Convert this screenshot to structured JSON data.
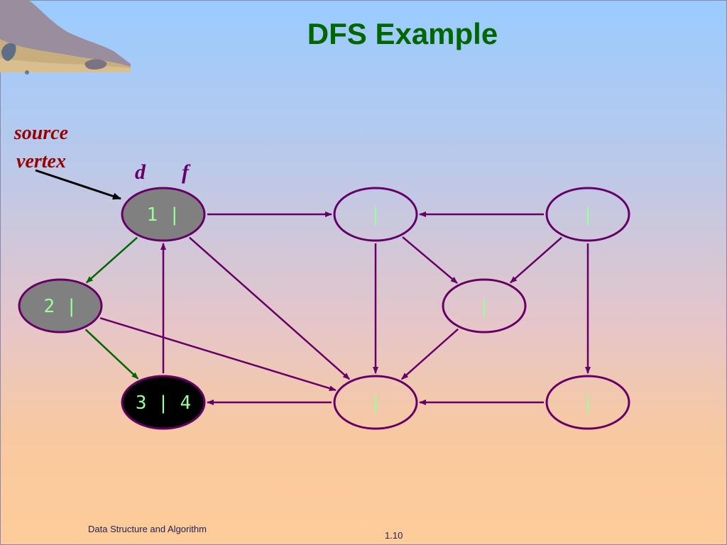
{
  "slide": {
    "title": "DFS Example",
    "source_label_line1": "source",
    "source_label_line2": "vertex",
    "d_label": "d",
    "f_label": "f",
    "footer_left": "Data Structure and Algorithm",
    "footer_right": "1.10"
  },
  "colors": {
    "title": "#006600",
    "source_label": "#990000",
    "edge": "#660066",
    "tree_edge": "#006600",
    "node_label_text": "#99ff99",
    "gray_fill": "#808080",
    "black_fill": "#000000",
    "white_fill": "none"
  },
  "graph": {
    "nodes": [
      {
        "id": "n1",
        "label": "1 |",
        "state": "gray"
      },
      {
        "id": "n2",
        "label": "|",
        "state": "white"
      },
      {
        "id": "n3",
        "label": "|",
        "state": "white"
      },
      {
        "id": "n4",
        "label": "2 |",
        "state": "gray"
      },
      {
        "id": "n5",
        "label": "|",
        "state": "white"
      },
      {
        "id": "n6",
        "label": "3 | 4",
        "state": "black"
      },
      {
        "id": "n7",
        "label": "|",
        "state": "white"
      },
      {
        "id": "n8",
        "label": "|",
        "state": "white"
      }
    ],
    "edges": [
      {
        "from": "n1",
        "to": "n2",
        "type": "normal"
      },
      {
        "from": "n3",
        "to": "n2",
        "type": "normal"
      },
      {
        "from": "n1",
        "to": "n4",
        "type": "tree"
      },
      {
        "from": "n4",
        "to": "n6",
        "type": "tree"
      },
      {
        "from": "n6",
        "to": "n1",
        "type": "normal"
      },
      {
        "from": "n1",
        "to": "n7",
        "type": "normal"
      },
      {
        "from": "n4",
        "to": "n7",
        "type": "normal"
      },
      {
        "from": "n2",
        "to": "n7",
        "type": "normal"
      },
      {
        "from": "n2",
        "to": "n5",
        "type": "normal"
      },
      {
        "from": "n3",
        "to": "n5",
        "type": "normal"
      },
      {
        "from": "n5",
        "to": "n7",
        "type": "normal"
      },
      {
        "from": "n3",
        "to": "n8",
        "type": "normal"
      },
      {
        "from": "n7",
        "to": "n6",
        "type": "normal"
      },
      {
        "from": "n8",
        "to": "n7",
        "type": "normal"
      }
    ]
  }
}
